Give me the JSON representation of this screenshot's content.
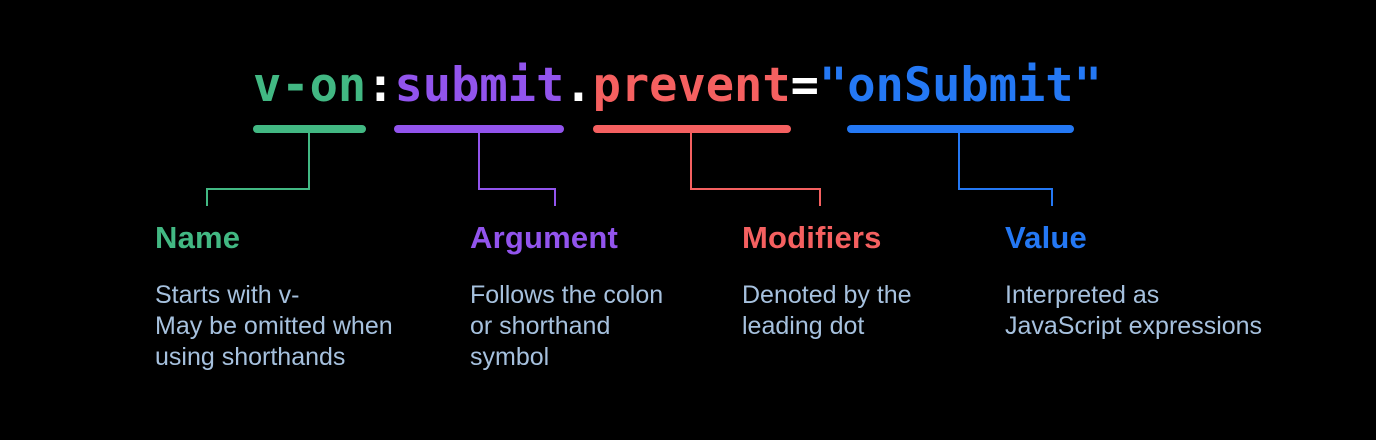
{
  "diagram": {
    "background": "#000000",
    "description_text_color": "#a6c1de",
    "code": {
      "full_text": "v-on:submit.prevent=\"onSubmit\"",
      "segments": [
        {
          "name": "directive-name",
          "text": "v-on",
          "color": "#42b883"
        },
        {
          "name": "colon",
          "text": ":",
          "color": "#ffffff"
        },
        {
          "name": "argument",
          "text": "submit",
          "color": "#9254ed"
        },
        {
          "name": "dot",
          "text": ".",
          "color": "#ffffff"
        },
        {
          "name": "modifier",
          "text": "prevent",
          "color": "#f56060"
        },
        {
          "name": "equals",
          "text": "=",
          "color": "#ffffff"
        },
        {
          "name": "open-quote",
          "text": "\"",
          "color": "#2478f4"
        },
        {
          "name": "value",
          "text": "onSubmit",
          "color": "#2478f4"
        },
        {
          "name": "close-quote",
          "text": "\"",
          "color": "#2478f4"
        }
      ]
    },
    "sections": [
      {
        "label": "Name",
        "color": "#42b883",
        "description": "Starts with v-\nMay be omitted when\nusing shorthands"
      },
      {
        "label": "Argument",
        "color": "#9254ed",
        "description": "Follows the colon\nor shorthand\nsymbol"
      },
      {
        "label": "Modifiers",
        "color": "#f56060",
        "description": "Denoted by the\nleading dot"
      },
      {
        "label": "Value",
        "color": "#2478f4",
        "description": "Interpreted as\nJavaScript expressions"
      }
    ]
  }
}
